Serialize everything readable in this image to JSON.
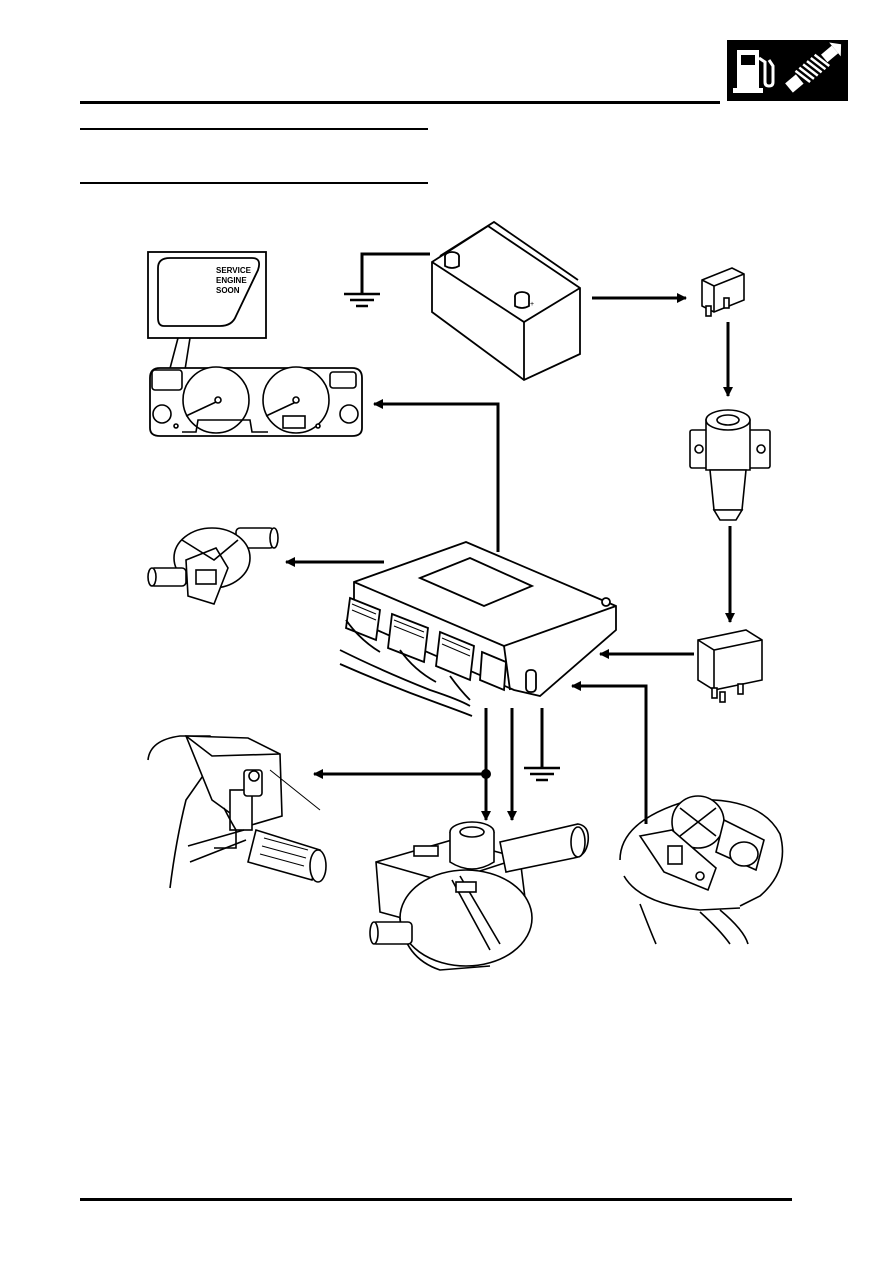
{
  "header": {
    "section_icon": "fuel-pump-and-emission-spring-icon"
  },
  "diagram": {
    "warning_lamp_text": [
      "SERVICE",
      "ENGINE",
      "SOON"
    ],
    "components": [
      "instrument-pack",
      "battery",
      "fuse",
      "ignition-switch",
      "relay",
      "engine-control-module",
      "purge-valve",
      "canister-vent-solenoid",
      "leak-detection-pump",
      "fuel-tank-pressure-sensor"
    ]
  },
  "colors": {
    "ink": "#000000",
    "paper": "#ffffff"
  }
}
